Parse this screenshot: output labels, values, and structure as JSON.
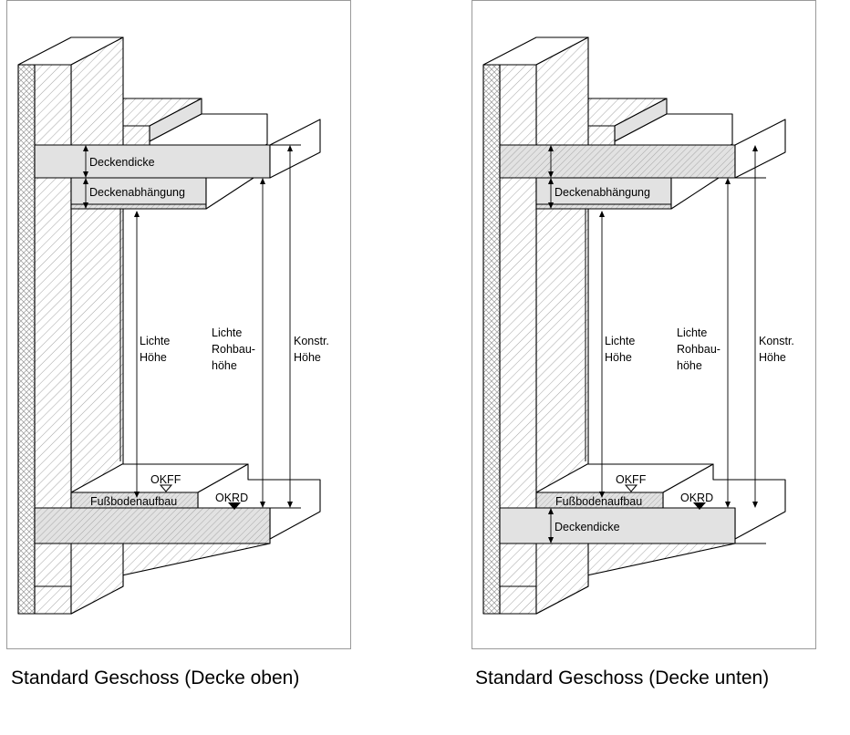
{
  "diagrams": [
    {
      "caption": "Standard Geschoss (Decke oben)",
      "labels": {
        "deckendicke_top": "Deckendicke",
        "deckenabhaengung": "Deckenabhängung",
        "lichte_hoehe": [
          "Lichte",
          "Höhe"
        ],
        "lichte_rohbauhoehe": [
          "Lichte",
          "Rohbau-",
          "höhe"
        ],
        "konstr_hoehe": [
          "Konstr.",
          "Höhe"
        ],
        "okff": "OKFF",
        "okrd": "OKRD",
        "fussbodenaufbau": "Fußbodenaufbau",
        "deckendicke_bottom": ""
      }
    },
    {
      "caption": "Standard Geschoss (Decke unten)",
      "labels": {
        "deckendicke_top": "",
        "deckenabhaengung": "Deckenabhängung",
        "lichte_hoehe": [
          "Lichte",
          "Höhe"
        ],
        "lichte_rohbauhoehe": [
          "Lichte",
          "Rohbau-",
          "höhe"
        ],
        "konstr_hoehe": [
          "Konstr.",
          "Höhe"
        ],
        "okff": "OKFF",
        "okrd": "OKRD",
        "fussbodenaufbau": "Fußbodenaufbau",
        "deckendicke_bottom": "Deckendicke"
      }
    }
  ],
  "colors": {
    "line": "#000000",
    "slab_fill": "#e2e2e2",
    "hatch": "#8c8c8c",
    "frame": "#9a9a9a"
  }
}
